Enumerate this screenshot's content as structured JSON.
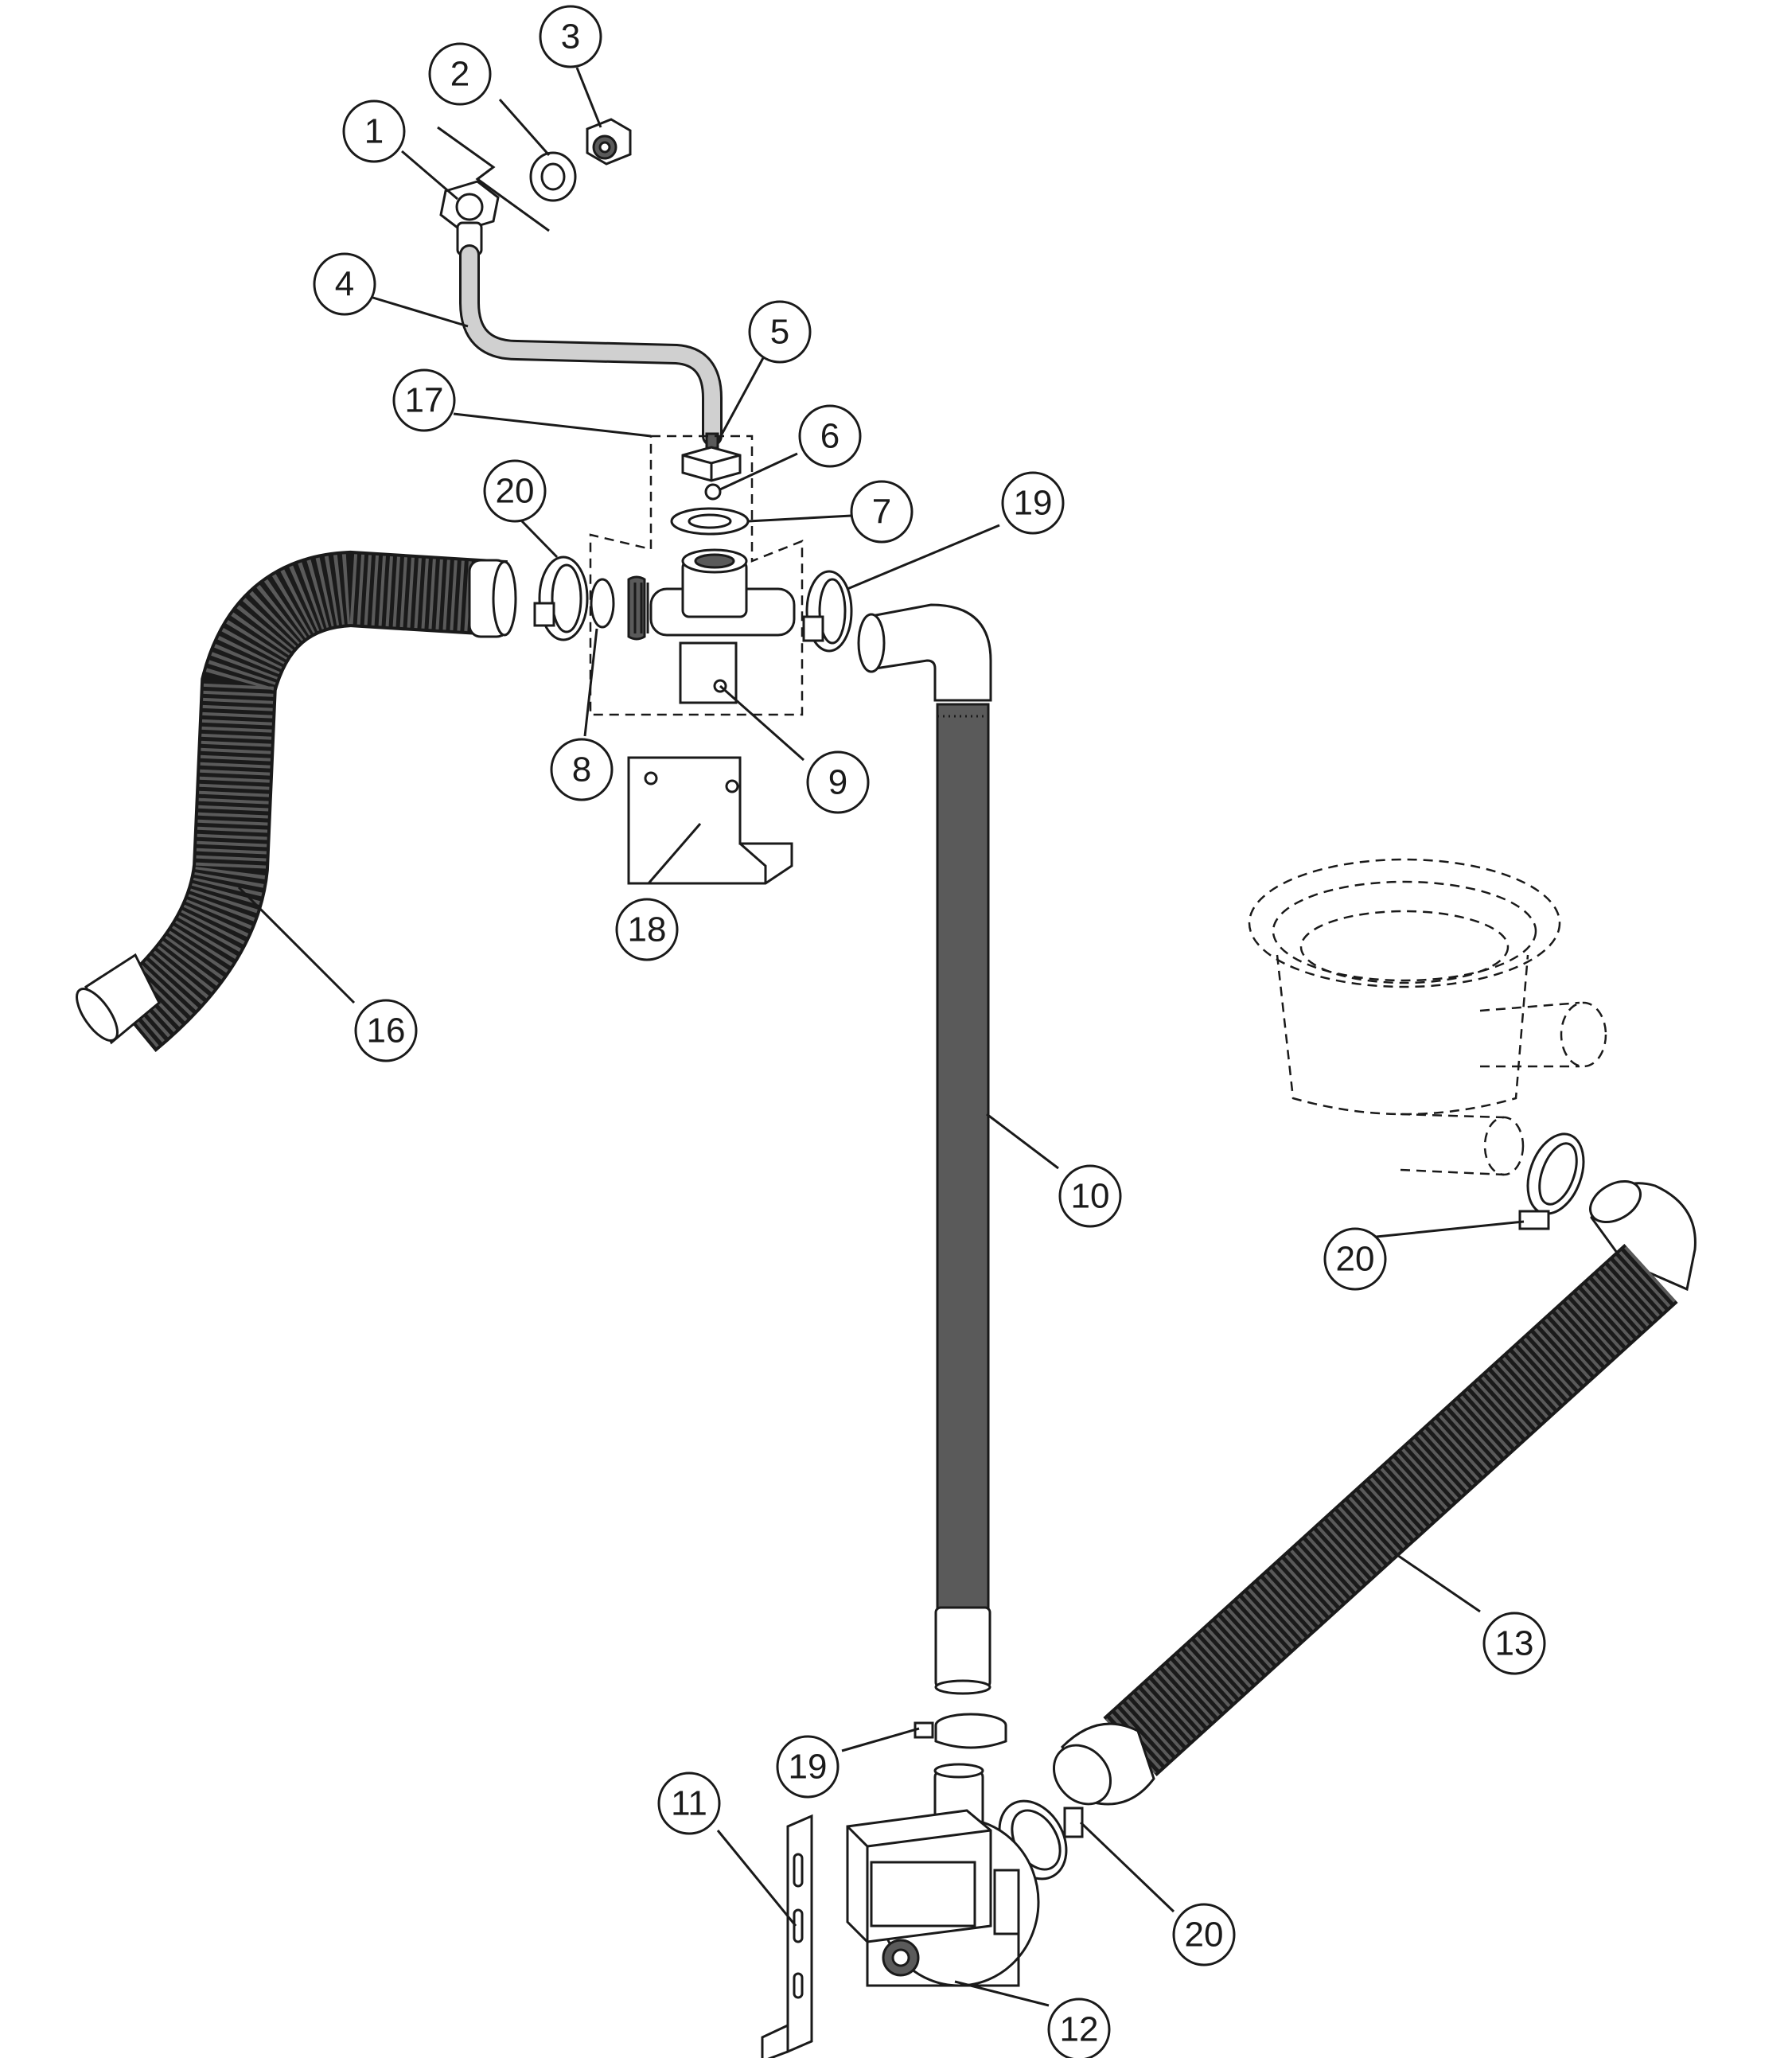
{
  "callouts": [
    {
      "id": "1",
      "label": "1"
    },
    {
      "id": "2",
      "label": "2"
    },
    {
      "id": "3",
      "label": "3"
    },
    {
      "id": "4",
      "label": "4"
    },
    {
      "id": "5",
      "label": "5"
    },
    {
      "id": "6",
      "label": "6"
    },
    {
      "id": "7",
      "label": "7"
    },
    {
      "id": "8",
      "label": "8"
    },
    {
      "id": "9",
      "label": "9"
    },
    {
      "id": "10",
      "label": "10"
    },
    {
      "id": "11",
      "label": "11"
    },
    {
      "id": "12",
      "label": "12"
    },
    {
      "id": "13",
      "label": "13"
    },
    {
      "id": "16",
      "label": "16"
    },
    {
      "id": "17",
      "label": "17"
    },
    {
      "id": "18",
      "label": "18"
    },
    {
      "id": "19a",
      "label": "19"
    },
    {
      "id": "19b",
      "label": "19"
    },
    {
      "id": "20a",
      "label": "20"
    },
    {
      "id": "20b",
      "label": "20"
    },
    {
      "id": "20c",
      "label": "20"
    }
  ],
  "colors": {
    "line": "#1a1a1a",
    "hose_fill": "#5a5a5a",
    "inlet_hose": "#d0d0d0",
    "background": "#ffffff"
  }
}
